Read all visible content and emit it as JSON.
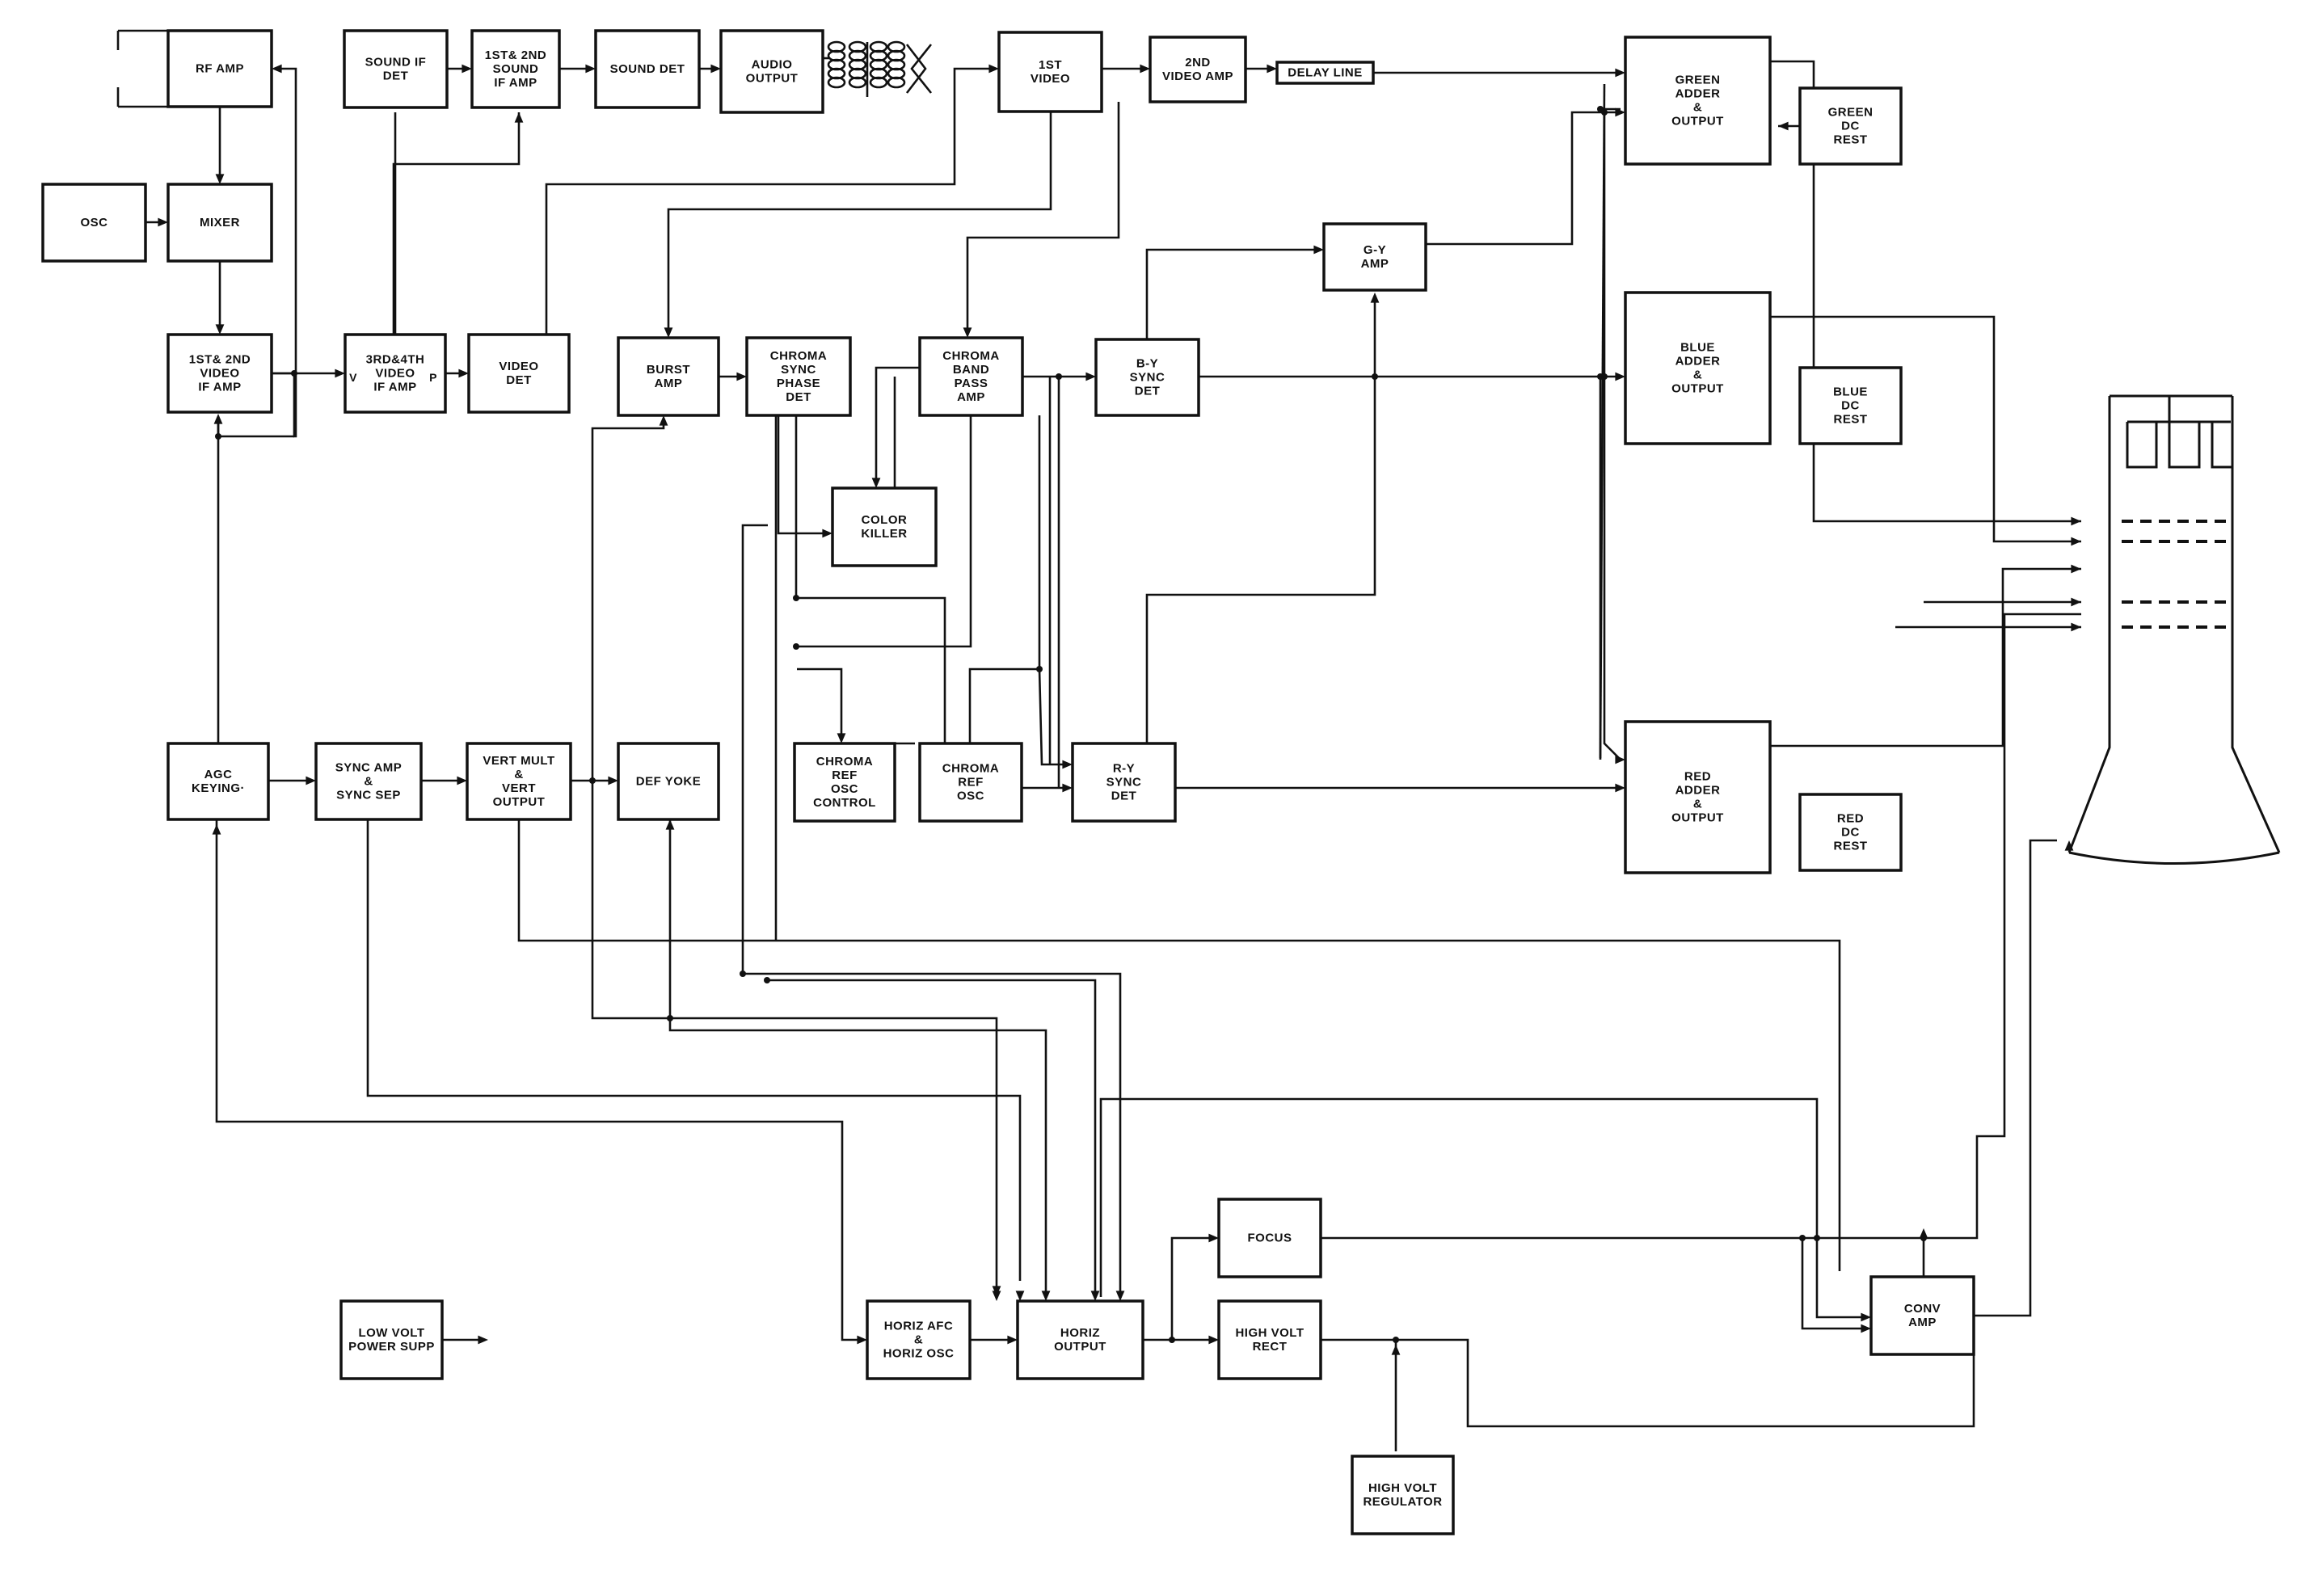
{
  "blocks": {
    "rf_amp": [
      "RF  AMP"
    ],
    "osc": [
      "OSC"
    ],
    "mixer": [
      "MIXER"
    ],
    "if_amp_1_2": [
      "1ST& 2ND",
      "VIDEO",
      "IF AMP"
    ],
    "agc": [
      "AGC",
      "KEYING·"
    ],
    "sound_if_det": [
      "SOUND IF",
      "DET"
    ],
    "sound_if_amp": [
      "1ST& 2ND",
      "SOUND",
      "IF AMP"
    ],
    "sound_det": [
      "SOUND DET"
    ],
    "audio_output": [
      "AUDIO",
      "OUTPUT"
    ],
    "if_amp_3_4": [
      "3RD&4TH",
      "VIDEO",
      "IF AMP"
    ],
    "video_det": [
      "VIDEO",
      "DET"
    ],
    "video_1": [
      "1ST",
      "VIDEO"
    ],
    "video_amp_2": [
      "2ND",
      "VIDEO AMP"
    ],
    "delay_line": [
      "DELAY LINE"
    ],
    "burst_amp": [
      "BURST",
      "AMP"
    ],
    "chroma_sync_phase_det": [
      "CHROMA",
      "SYNC",
      "PHASE",
      "DET"
    ],
    "chroma_bandpass_amp": [
      "CHROMA",
      "BAND",
      "PASS",
      "AMP"
    ],
    "color_killer": [
      "COLOR",
      "KILLER"
    ],
    "by_sync_det": [
      "B-Y",
      "SYNC",
      "DET"
    ],
    "gy_amp": [
      "G-Y",
      "AMP"
    ],
    "green_adder": [
      "GREEN",
      "ADDER",
      "&",
      "OUTPUT"
    ],
    "green_dc_rest": [
      "GREEN",
      "DC",
      "REST"
    ],
    "blue_adder": [
      "BLUE",
      "ADDER",
      "&",
      "OUTPUT"
    ],
    "blue_dc_rest": [
      "BLUE",
      "DC",
      "REST"
    ],
    "red_adder": [
      "RED",
      "ADDER",
      "&",
      "OUTPUT"
    ],
    "red_dc_rest": [
      "RED",
      "DC",
      "REST"
    ],
    "sync_amp_sep": [
      "SYNC AMP",
      "&",
      "SYNC SEP"
    ],
    "vert_mult_output": [
      "VERT MULT",
      "&",
      "VERT",
      "OUTPUT"
    ],
    "def_yoke": [
      "DEF YOKE"
    ],
    "chroma_ref_osc_control": [
      "CHROMA",
      "REF",
      "OSC",
      "CONTROL"
    ],
    "chroma_ref_osc": [
      "CHROMA",
      "REF",
      "OSC"
    ],
    "ry_sync_det": [
      "R-Y",
      "SYNC",
      "DET"
    ],
    "low_volt_power_supp": [
      "LOW VOLT",
      "POWER SUPP"
    ],
    "horiz_afc_osc": [
      "HORIZ AFC",
      "&",
      "HORIZ OSC"
    ],
    "horiz_output": [
      "HORIZ",
      "OUTPUT"
    ],
    "focus": [
      "FOCUS"
    ],
    "high_volt_rect": [
      "HIGH VOLT",
      "RECT"
    ],
    "high_volt_regulator": [
      "HIGH VOLT",
      "REGULATOR"
    ],
    "conv_amp": [
      "CONV",
      "AMP"
    ]
  },
  "pin_labels": {
    "if_amp_3_4_in": "V",
    "if_amp_3_4_out": "P"
  },
  "colors": {
    "ink": "#111111",
    "paper": "#ffffff"
  }
}
